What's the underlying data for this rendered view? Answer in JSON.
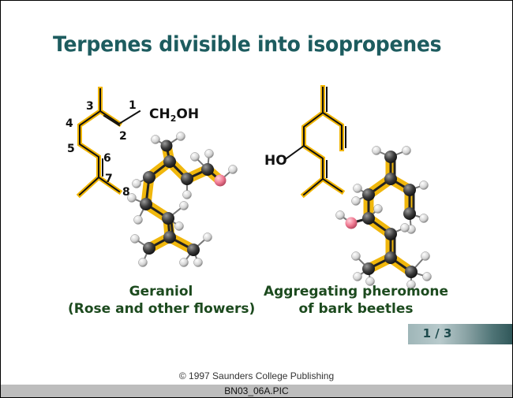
{
  "slide": {
    "title": "Terpenes divisible into isopropenes",
    "copyright": "© 1997 Saunders College Publishing",
    "filename": "BN03_06A.PIC",
    "page_indicator": "1 / 3"
  },
  "geraniol": {
    "group_label": "CH",
    "group_subscript": "2",
    "group_suffix": "OH",
    "carbon_numbers": [
      "1",
      "2",
      "3",
      "4",
      "5",
      "6",
      "7",
      "8"
    ],
    "caption_line1": "Geraniol",
    "caption_line2": "(Rose and other flowers)"
  },
  "pheromone": {
    "group_label": "HO",
    "caption_line1": "Aggregating pheromone",
    "caption_line2": "of bark beetles"
  },
  "colors": {
    "title": "#1d5c5f",
    "caption": "#1c4a1e",
    "highlight": "#f0b400",
    "bond": "#111111",
    "carbon_atom": "#3a3a3a",
    "hydrogen_atom": "#e8e8e8",
    "oxygen_atom": "#f07a92"
  }
}
